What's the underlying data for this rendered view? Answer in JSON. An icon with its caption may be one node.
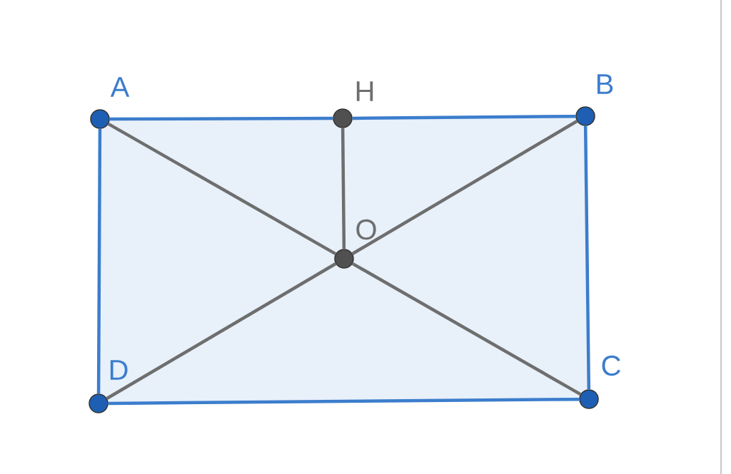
{
  "diagram": {
    "nodes": [
      {
        "text": [
          "A"
        ]
      },
      {
        "text": [
          "H"
        ]
      },
      {
        "text": [
          "B"
        ]
      },
      {
        "text": [
          "O"
        ]
      },
      {
        "text": [
          "D"
        ]
      },
      {
        "text": [
          "C"
        ]
      }
    ],
    "edges": [
      {
        "from": 0,
        "to": 1,
        "arrow": "none",
        "color": "#3c7dcc"
      },
      {
        "from": 1,
        "to": 2,
        "arrow": "none",
        "color": "#3c7dcc"
      },
      {
        "from": 2,
        "to": 5,
        "arrow": "none",
        "color": "#3c7dcc"
      },
      {
        "from": 5,
        "to": 4,
        "arrow": "none",
        "color": "#3c7dcc"
      },
      {
        "from": 4,
        "to": 0,
        "arrow": "none",
        "color": "#3c7dcc"
      },
      {
        "from": 0,
        "to": 3,
        "arrow": "none",
        "color": "#6e6e6e"
      },
      {
        "from": 3,
        "to": 5,
        "arrow": "none",
        "color": "#6e6e6e"
      },
      {
        "from": 2,
        "to": 3,
        "arrow": "none",
        "color": "#6e6e6e"
      },
      {
        "from": 3,
        "to": 4,
        "arrow": "none",
        "color": "#6e6e6e"
      },
      {
        "from": 1,
        "to": 3,
        "arrow": "none",
        "color": "#6e6e6e"
      }
    ]
  }
}
